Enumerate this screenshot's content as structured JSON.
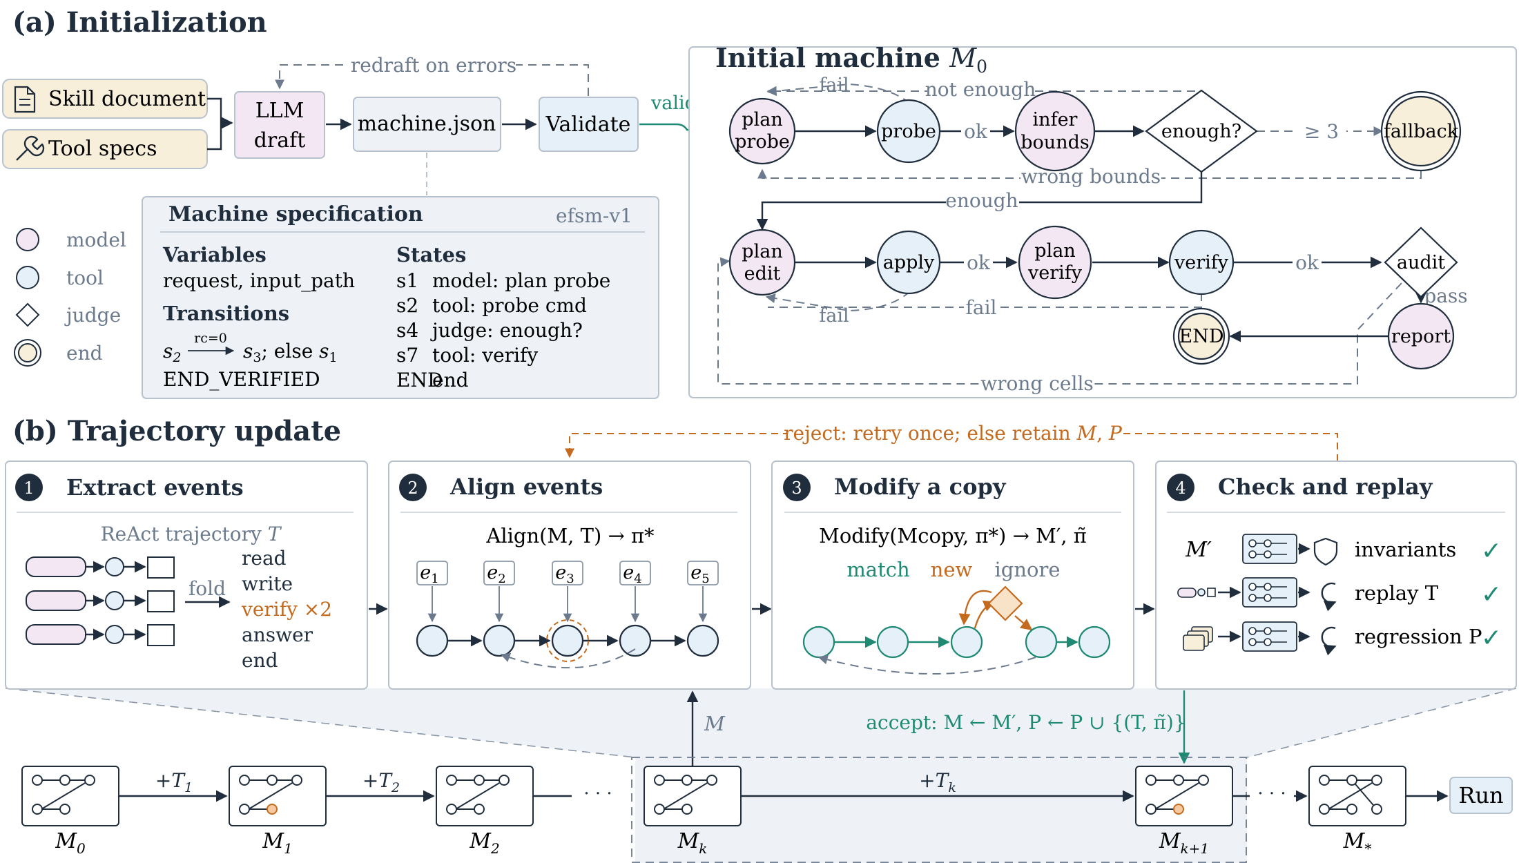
{
  "colors": {
    "ink": "#1f2d3d",
    "gray": "#6b7a8c",
    "model": "#f3e7f3",
    "tool": "#e6f0f9",
    "cream": "#f8efda",
    "teal": "#1e8a73",
    "orange": "#c46a1e",
    "panel": "#eef2f6"
  },
  "a": {
    "title": "(a) Initialization",
    "skill_doc": "Skill document",
    "tool_specs": "Tool specs",
    "llm1": "LLM",
    "llm2": "draft",
    "machine_json": "machine.json",
    "validate": "Validate",
    "redraft": "redraft on errors",
    "valid": "valid",
    "legend": {
      "model": "model",
      "tool": "tool",
      "judge": "judge",
      "end": "end"
    },
    "spec": {
      "title": "Machine specification",
      "version": "efsm-v1",
      "variables_h": "Variables",
      "variables": "request, input_path",
      "transitions_h": "Transitions",
      "t_from": "s",
      "t_from_sub": "2",
      "t_cond": "rc=0",
      "t_to": "s",
      "t_to_sub": "3",
      "t_else": "; else ",
      "t_else_s": "s",
      "t_else_sub": "1",
      "end_verified": "END_VERIFIED",
      "states_h": "States",
      "states": [
        {
          "id": "s1",
          "desc": "model: plan probe"
        },
        {
          "id": "s2",
          "desc": "tool: probe cmd"
        },
        {
          "id": "s4",
          "desc": "judge: enough?"
        },
        {
          "id": "s7",
          "desc": "tool: verify"
        },
        {
          "id": "END",
          "desc": "end"
        }
      ]
    },
    "machine": {
      "title": "Initial machine ",
      "title_m": "M",
      "title_sub": "0",
      "nodes": {
        "plan_probe": [
          "plan",
          "probe"
        ],
        "probe": "probe",
        "infer_bounds": [
          "infer",
          "bounds"
        ],
        "enough_q": "enough?",
        "fallback": "fallback",
        "plan_edit": [
          "plan",
          "edit"
        ],
        "apply": "apply",
        "plan_verify": [
          "plan",
          "verify"
        ],
        "verify": "verify",
        "audit": "audit",
        "end": "END",
        "report": "report"
      },
      "edges": {
        "fail_top": "fail",
        "not_enough": "not enough",
        "ok1": "ok",
        "ge3": "≥ 3",
        "wrong_bounds": "wrong bounds",
        "enough": "enough",
        "ok2": "ok",
        "ok3": "ok",
        "pass": "pass",
        "fail_b1": "fail",
        "fail_b2": "fail",
        "wrong_cells": "wrong cells"
      }
    }
  },
  "b": {
    "title": "(b) Trajectory update",
    "reject": "reject: retry once; else retain ",
    "reject_m": "M",
    "reject_sep": ", ",
    "reject_p": "P",
    "panels": {
      "p1": {
        "num": "1",
        "title": "Extract events",
        "traj": "ReAct trajectory ",
        "traj_t": "T",
        "fold": "fold",
        "events": [
          "read",
          "write",
          "verify ×2",
          "answer",
          "end"
        ]
      },
      "p2": {
        "num": "2",
        "title": "Align events",
        "formula": "Align(M, T) → π*",
        "e_labels": [
          "e",
          "e",
          "e",
          "e",
          "e"
        ],
        "e_subs": [
          "1",
          "2",
          "3",
          "4",
          "5"
        ]
      },
      "p3": {
        "num": "3",
        "title": "Modify a copy",
        "formula": "Modify(Mcopy, π*) → M′, π̃",
        "match": "match",
        "new": "new",
        "ignore": "ignore"
      },
      "p4": {
        "num": "4",
        "title": "Check and replay",
        "mprime": "M′",
        "rows": [
          {
            "label": "invariants",
            "check": "✓"
          },
          {
            "label": "replay T",
            "check": "✓"
          },
          {
            "label": "regression P",
            "check": "✓"
          }
        ]
      }
    },
    "m_label": "M",
    "accept": "accept: M ← M′, P ← P ∪ {(T, π̃)}",
    "versions": [
      "M",
      "M",
      "M",
      "M",
      "M",
      "M"
    ],
    "version_subs": [
      "0",
      "1",
      "2",
      "k",
      "k+1",
      "*"
    ],
    "plus": [
      "+T",
      "+T",
      "+T"
    ],
    "plus_subs": [
      "1",
      "2",
      "k"
    ],
    "dots": "· · ·",
    "run": "Run"
  }
}
